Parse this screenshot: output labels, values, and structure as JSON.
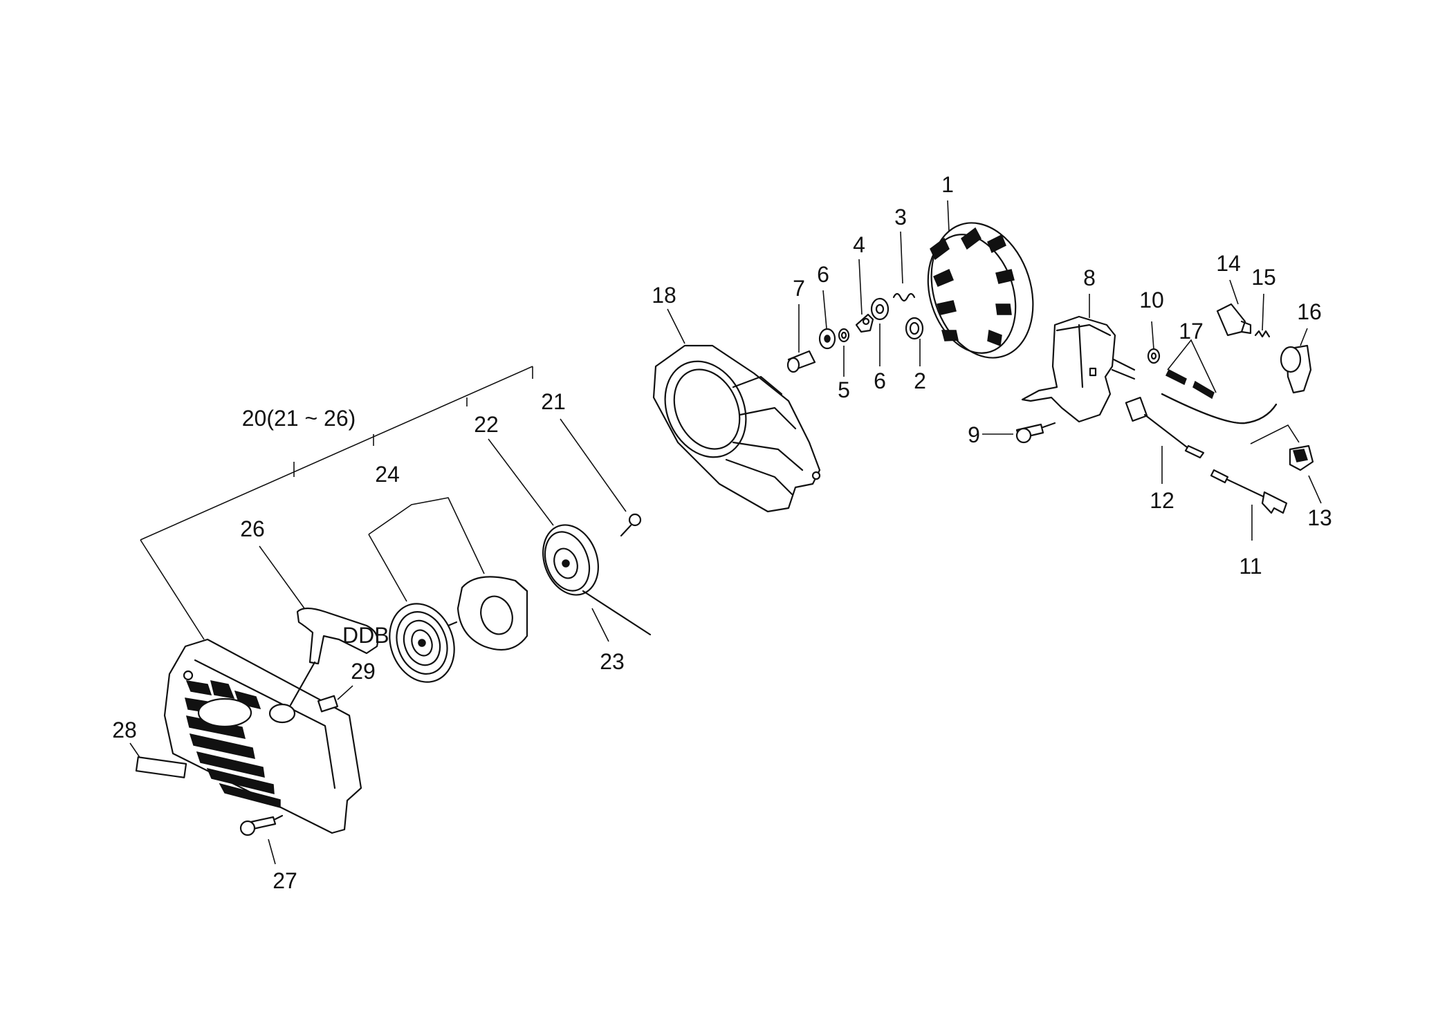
{
  "callouts": [
    {
      "id": "1",
      "label": "1"
    },
    {
      "id": "2",
      "label": "2"
    },
    {
      "id": "3",
      "label": "3"
    },
    {
      "id": "4",
      "label": "4"
    },
    {
      "id": "5",
      "label": "5"
    },
    {
      "id": "6a",
      "label": "6"
    },
    {
      "id": "6b",
      "label": "6"
    },
    {
      "id": "7",
      "label": "7"
    },
    {
      "id": "8",
      "label": "8"
    },
    {
      "id": "9",
      "label": "9"
    },
    {
      "id": "10",
      "label": "10"
    },
    {
      "id": "11",
      "label": "11"
    },
    {
      "id": "12",
      "label": "12"
    },
    {
      "id": "13",
      "label": "13"
    },
    {
      "id": "14",
      "label": "14"
    },
    {
      "id": "15",
      "label": "15"
    },
    {
      "id": "16",
      "label": "16"
    },
    {
      "id": "17",
      "label": "17"
    },
    {
      "id": "18",
      "label": "18"
    },
    {
      "id": "20",
      "label": "20(21 ~ 26)"
    },
    {
      "id": "21",
      "label": "21"
    },
    {
      "id": "22",
      "label": "22"
    },
    {
      "id": "23",
      "label": "23"
    },
    {
      "id": "24",
      "label": "24"
    },
    {
      "id": "26",
      "label": "26"
    },
    {
      "id": "27",
      "label": "27"
    },
    {
      "id": "28",
      "label": "28"
    },
    {
      "id": "29",
      "label": "29"
    }
  ],
  "handle_text": "DDB"
}
